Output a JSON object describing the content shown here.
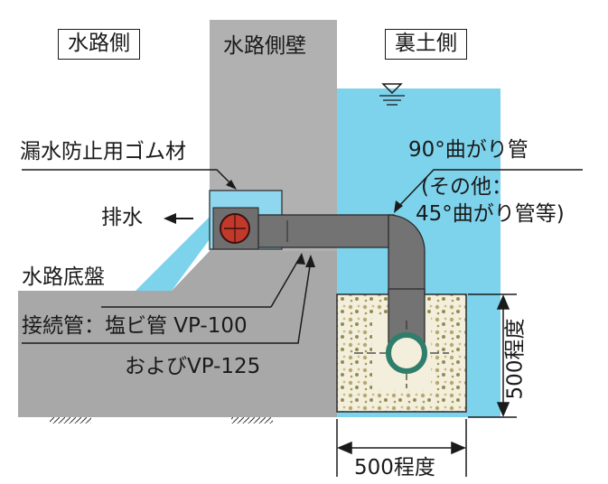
{
  "labels": {
    "waterway_side": "水路側",
    "waterway_wall": "水路側壁",
    "backfill_side": "裏土側",
    "seal_material": "漏水防止用ゴム材",
    "drainage": "排水",
    "bend": "90°曲がり管",
    "bend_other_1": "(その他：",
    "bend_other_2": "45°曲がり管等)",
    "waterway_bed": "水路底盤",
    "connection_pipe": "接続管：塩ビ管 VP-100",
    "connection_pipe_2": "およびVP-125",
    "dim_vertical": "500程度",
    "dim_horizontal": "500程度"
  },
  "colors": {
    "water": "#7dd3ec",
    "concrete": "#a9a9a9",
    "pipe": "#707070",
    "gravel": "#f2eedc",
    "valve": "#c0392b",
    "outline": "#1a1a1a"
  }
}
